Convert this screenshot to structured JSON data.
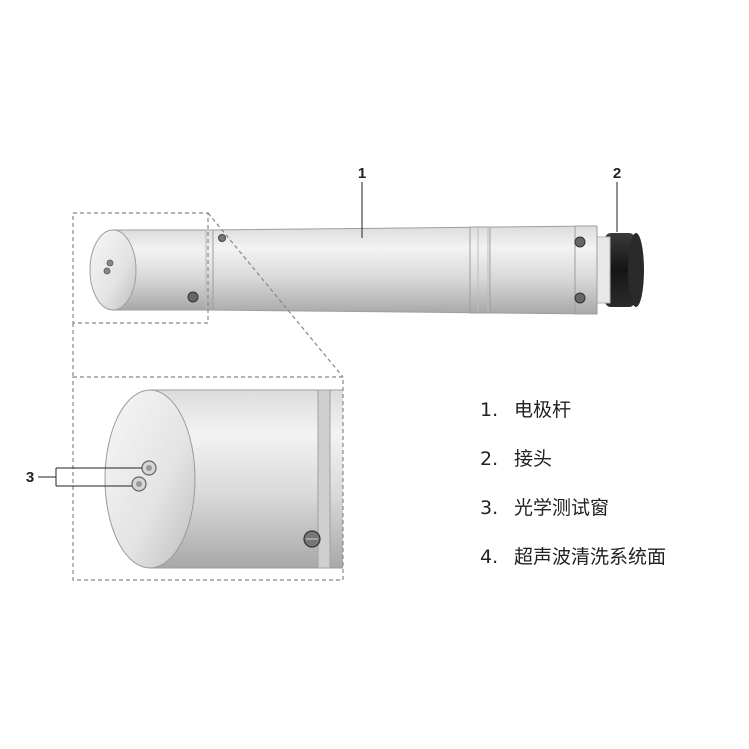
{
  "callouts": {
    "rod": "1",
    "connector": "2",
    "window": "3"
  },
  "legend": [
    {
      "num": "1.",
      "text": "电极杆"
    },
    {
      "num": "2.",
      "text": "接头"
    },
    {
      "num": "3.",
      "text": "光学测试窗"
    },
    {
      "num": "4.",
      "text": "超声波清洗系统面"
    }
  ],
  "colors": {
    "body_light": "#f1f1f1",
    "body_mid": "#d2d2d2",
    "body_dark": "#a9a9a9",
    "connector": "#1e1e1e",
    "dashed": "#888888"
  }
}
